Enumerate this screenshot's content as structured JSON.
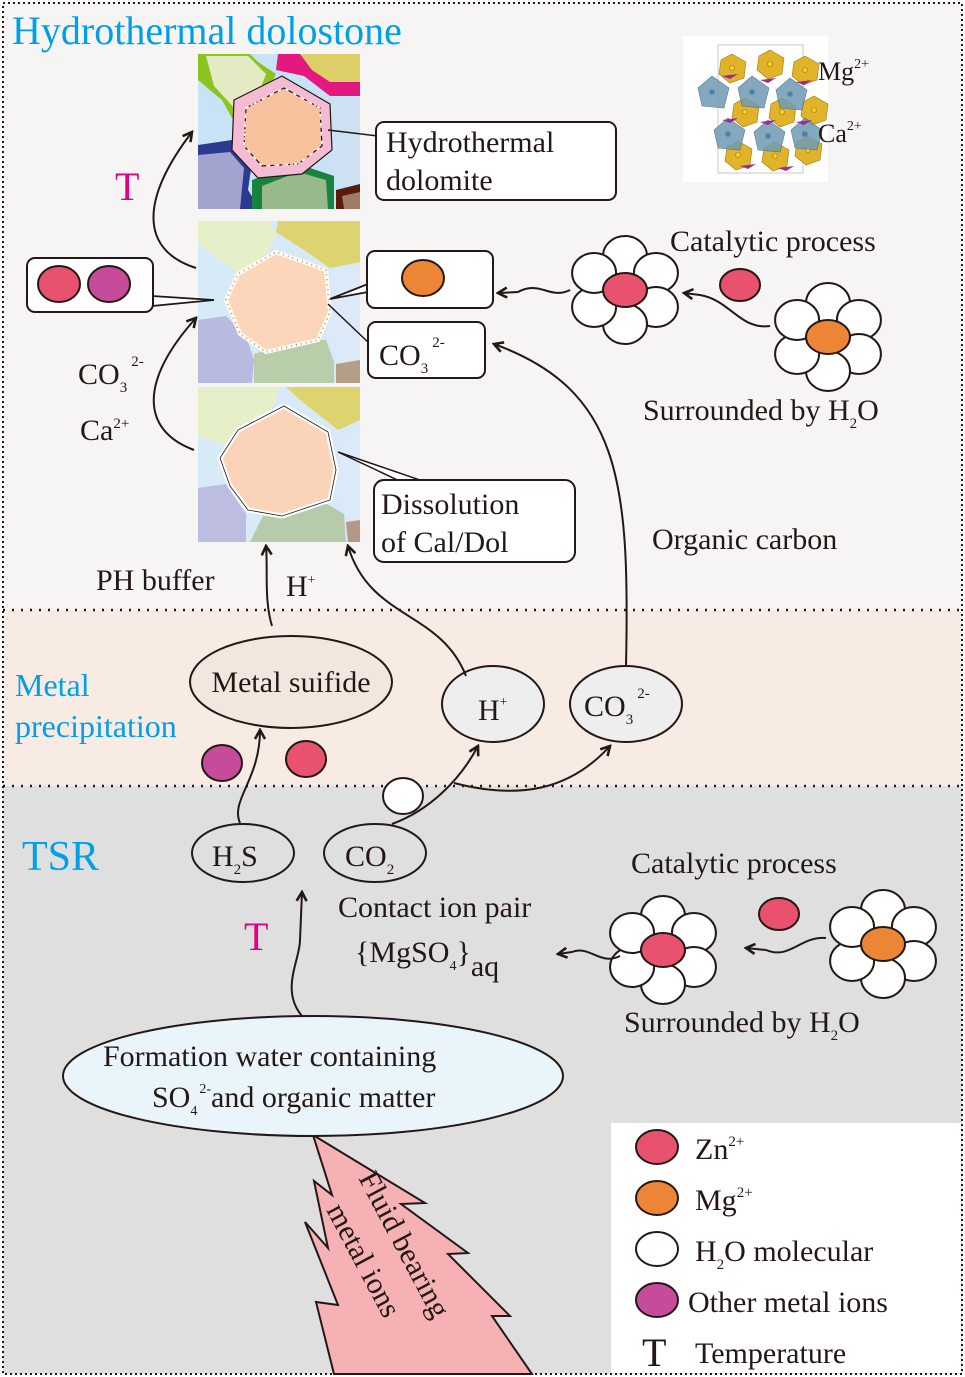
{
  "zones": [
    {
      "id": "hydrothermal",
      "label": "Hydrothermal dolostone",
      "color": "#f6f5f4"
    },
    {
      "id": "metal",
      "label_lines": [
        "Metal",
        "precipitation"
      ],
      "color": "#f7ebe4"
    },
    {
      "id": "tsr",
      "label": "TSR",
      "color": "#dfdfdf"
    }
  ],
  "zone_label_color": "#00a0e9",
  "temperature_symbol": "T",
  "temperature_color": "#e4007f",
  "crystal": {
    "ions": [
      {
        "base": "Mg",
        "charge": "2+"
      },
      {
        "base": "Ca",
        "charge": "2+"
      }
    ]
  },
  "upper": {
    "callout_dolomite": [
      "Hydrothermal",
      "dolomite"
    ],
    "callout_co3": {
      "base": "CO",
      "sub": "3",
      "sup": "2-"
    },
    "callout_dissolution": [
      "Dissolution",
      "of Cal/Dol"
    ],
    "left_co3": {
      "base": "CO",
      "sub": "3",
      "sup": "2-"
    },
    "left_ca": {
      "base": "Ca",
      "sup": "2+"
    },
    "ph_buffer": "PH buffer",
    "h_plus": {
      "base": "H",
      "sup": "+"
    },
    "organic_carbon": "Organic carbon",
    "catalytic_process": "Catalytic process",
    "surrounded_by": "Surrounded by H",
    "surrounded_sub": "2",
    "surrounded_end": "O"
  },
  "middle": {
    "metal_sulfide": "Metal suifide",
    "h_plus": {
      "base": "H",
      "sup": "+"
    },
    "co3": {
      "base": "CO",
      "sub": "3",
      "sup": "2-"
    }
  },
  "lower": {
    "h2s": {
      "a": "H",
      "sub": "2",
      "b": "S"
    },
    "co2": {
      "a": "CO",
      "sub": "2"
    },
    "contact_ion_pair": "Contact ion pair",
    "mgso4": {
      "open": "{MgSO",
      "sub": "4",
      "close": "}",
      "tail": "aq"
    },
    "catalytic_process": "Catalytic process",
    "surrounded_by": "Surrounded by H",
    "surrounded_sub": "2",
    "surrounded_end": "O",
    "formation_water_line1": "Formation water containing",
    "formation_water_line2": {
      "base": "SO",
      "sub": "4",
      "sup": "2-",
      "rest": "and organic matter"
    },
    "fluid_lines": [
      "Fluid bearing",
      "metal ions"
    ]
  },
  "legend": [
    {
      "symbol": "zn-ion",
      "color": "#e8526e",
      "label": "Zn",
      "sup": "2+"
    },
    {
      "symbol": "mg-ion",
      "color": "#ed8537",
      "label": "Mg",
      "sup": "2+"
    },
    {
      "symbol": "h2o",
      "color": "#ffffff",
      "label": "H",
      "sub": "2",
      "rest": "O molecular"
    },
    {
      "symbol": "other-ion",
      "color": "#c64b9a",
      "label": "Other metal ions"
    },
    {
      "symbol": "temperature",
      "label": "Temperature"
    }
  ],
  "colors": {
    "zn": "#e8526e",
    "mg": "#ed8537",
    "other": "#c64b9a",
    "h2o": "#ffffff",
    "fluid": "#f5b1b3",
    "formation_water": "#eaf4fb",
    "grain_center": "#f8cdb0"
  }
}
